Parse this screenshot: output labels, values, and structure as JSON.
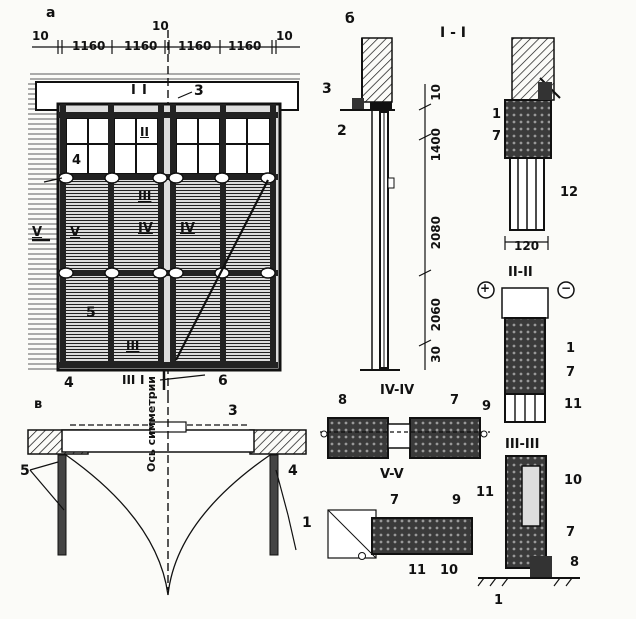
{
  "views": {
    "a": "а",
    "b": "б",
    "v": "в",
    "sec_1_1": "I - I",
    "sec_2_2": "II-II",
    "sec_3_3": "III-III",
    "sec_4_4": "IV-IV",
    "sec_5_5": "V-V"
  },
  "dimensions": {
    "top": [
      "10",
      "1160",
      "1160",
      "1160",
      "1160",
      "10"
    ],
    "top_center": "10",
    "side": [
      "10",
      "1400",
      "2080",
      "2060",
      "30"
    ],
    "width_120": "120"
  },
  "axis_label": "Ось симметрии",
  "symbols": {
    "plus": "+",
    "minus": "−"
  },
  "elevation_labels": {
    "top_section": "I",
    "top_section_b": "I",
    "n3": "3",
    "n4_upper": "4",
    "n4_lower": "4",
    "n5": "5",
    "n6": "6",
    "roman_II": "II",
    "roman_III_center": "III",
    "roman_III_bottom": "III",
    "roman_IV_left": "IV",
    "roman_IV_right": "IV",
    "roman_V_outer": "V",
    "roman_V_inner": "V",
    "roman_III_lower": "III",
    "roman_I_bottom": "I"
  },
  "section_b_labels": {
    "n3": "3",
    "n2": "2"
  },
  "plan_labels": {
    "n3": "3",
    "n4": "4",
    "n5": "5",
    "n1": "1"
  },
  "sec1_labels": {
    "n1": "1",
    "n7": "7",
    "n12": "12"
  },
  "sec2_labels": {
    "n1": "1",
    "n7": "7",
    "n11": "11"
  },
  "sec3_labels": {
    "n11": "11",
    "n10": "10",
    "n7": "7",
    "n8": "8",
    "n1": "1"
  },
  "sec4_labels": {
    "n8": "8",
    "n7": "7",
    "n9": "9"
  },
  "sec5_labels": {
    "n7": "7",
    "n9": "9",
    "n11": "11",
    "n10": "10"
  }
}
